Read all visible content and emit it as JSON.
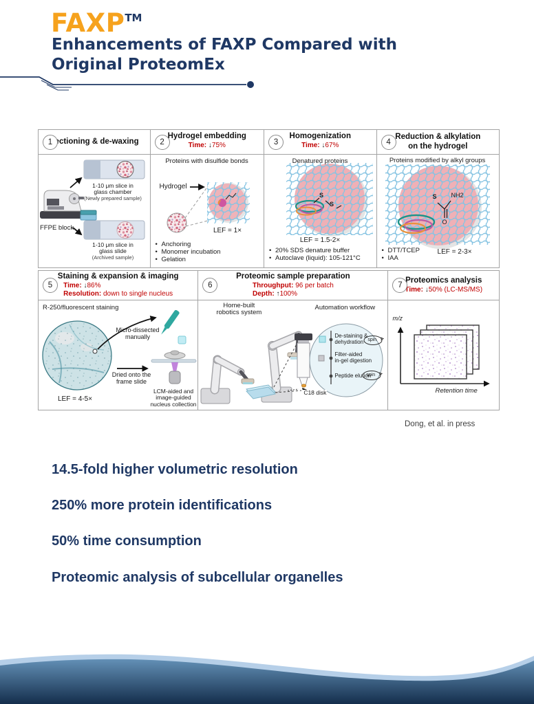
{
  "header": {
    "logo": "FAXP",
    "tm": "TM",
    "title_lines": [
      "Enhancements of FAXP Compared with",
      "Original ProteomEx"
    ]
  },
  "colors": {
    "navy": "#1F3864",
    "orange": "#F6A21D",
    "red": "#C00000",
    "panel_border": "#A3A3A3"
  },
  "panels": [
    {
      "number": "1",
      "title_lines": [
        "Sectioning & de-waxing"
      ],
      "chamber": [
        "1-10 μm slice in",
        "glass chamber"
      ],
      "chamber_note": "(Newly prepared sample)",
      "ffpe_label": "FFPE block",
      "slide": [
        "1-10 μm slice in",
        "glass slide"
      ],
      "slide_note": "(Archived sample)"
    },
    {
      "number": "2",
      "title_lines": [
        "Hydrogel embedding"
      ],
      "metrics": [
        {
          "label": "Time:",
          "arrow": "↓",
          "value": "75%"
        }
      ],
      "top_label": "Proteins with disulfide bonds",
      "hydrogel_label": "Hydrogel",
      "lef": "LEF = 1×",
      "bullets": [
        "Anchoring",
        "Monomer incubation",
        "Gelation"
      ]
    },
    {
      "number": "3",
      "title_lines": [
        "Homogenization"
      ],
      "metrics": [
        {
          "label": "Time:",
          "arrow": "↓",
          "value": "67%"
        }
      ],
      "top_label": "Denatured proteins",
      "bond": [
        "S",
        "S"
      ],
      "lef": "LEF = 1.5-2×",
      "bullets": [
        "20% SDS denature buffer",
        "Autoclave (liquid): 105-121°C"
      ]
    },
    {
      "number": "4",
      "title_lines": [
        "Reduction & alkylation",
        "on the hydrogel"
      ],
      "top_label": "Proteins modified by alkyl groups",
      "chem": {
        "s": "S",
        "nh2": "NH2",
        "o": "O"
      },
      "lef": "LEF = 2-3×",
      "bullets": [
        "DTT/TCEP",
        "IAA"
      ]
    },
    {
      "number": "5",
      "title_lines": [
        "Staining & expansion & imaging"
      ],
      "metrics": [
        {
          "label": "Time:",
          "arrow": "↓",
          "value": "86%"
        },
        {
          "label": "Resolution:",
          "arrow": "",
          "value": "down to single nucleus"
        }
      ],
      "stain_label": "R-250/fluorescent staining",
      "micro": [
        "Micro-dissected",
        "manually"
      ],
      "dried": [
        "Dried onto the",
        "frame slide"
      ],
      "lcm": [
        "LCM-aided and",
        "image-guided",
        "nucleus collection"
      ],
      "lef": "LEF = 4-5×"
    },
    {
      "number": "6",
      "title_lines": [
        "Proteomic sample preparation"
      ],
      "metrics": [
        {
          "label": "Throughput:",
          "arrow": "",
          "value": "96 per batch"
        },
        {
          "label": "Depth:",
          "arrow": "↑",
          "value": "100%"
        }
      ],
      "robot": [
        "Home-built",
        "robotics system"
      ],
      "auto_label": "Automation workflow",
      "steps": [
        [
          "De-staining &",
          "dehydration"
        ],
        [
          "Filter-aided",
          "in-gel digestion"
        ],
        [
          "Peptide elution"
        ]
      ],
      "spin": "spin",
      "c18_label": "C18 disk"
    },
    {
      "number": "7",
      "title_lines": [
        "Proteomics analysis"
      ],
      "metrics": [
        {
          "label": "Time:",
          "arrow": "↓",
          "value": "50% (LC-MS/MS)"
        }
      ],
      "y_axis": "m/z",
      "x_axis": "Retention time"
    }
  ],
  "citation": "Dong, et al. in press",
  "statements": [
    "14.5-fold higher volumetric resolution",
    "250% more protein identifications",
    "50% time consumption",
    "Proteomic analysis of subcellular organelles"
  ]
}
